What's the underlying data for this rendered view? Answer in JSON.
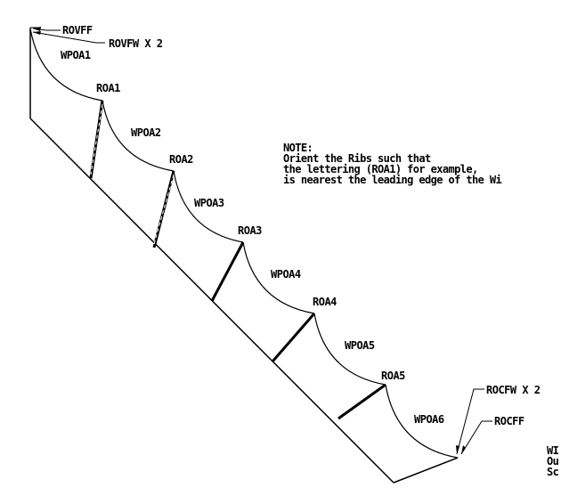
{
  "drawing": {
    "part_labels": {
      "rovff": "ROVFF",
      "rovfw": "ROVFW X 2",
      "rocfw": "ROCFW X 2",
      "rocff": "ROCFF"
    },
    "panels": [
      "WPOA1",
      "WPOA2",
      "WPOA3",
      "WPOA4",
      "WPOA5",
      "WPOA6"
    ],
    "ribs": [
      "ROA1",
      "ROA2",
      "ROA3",
      "ROA4",
      "ROA5"
    ],
    "note": {
      "title": "NOTE:",
      "lines": [
        "Orient the Ribs such that",
        "the lettering (ROA1) for example,",
        "is nearest the leading edge of the Wi"
      ]
    },
    "corner_text": [
      "WI",
      "Ou",
      "Sc"
    ]
  }
}
